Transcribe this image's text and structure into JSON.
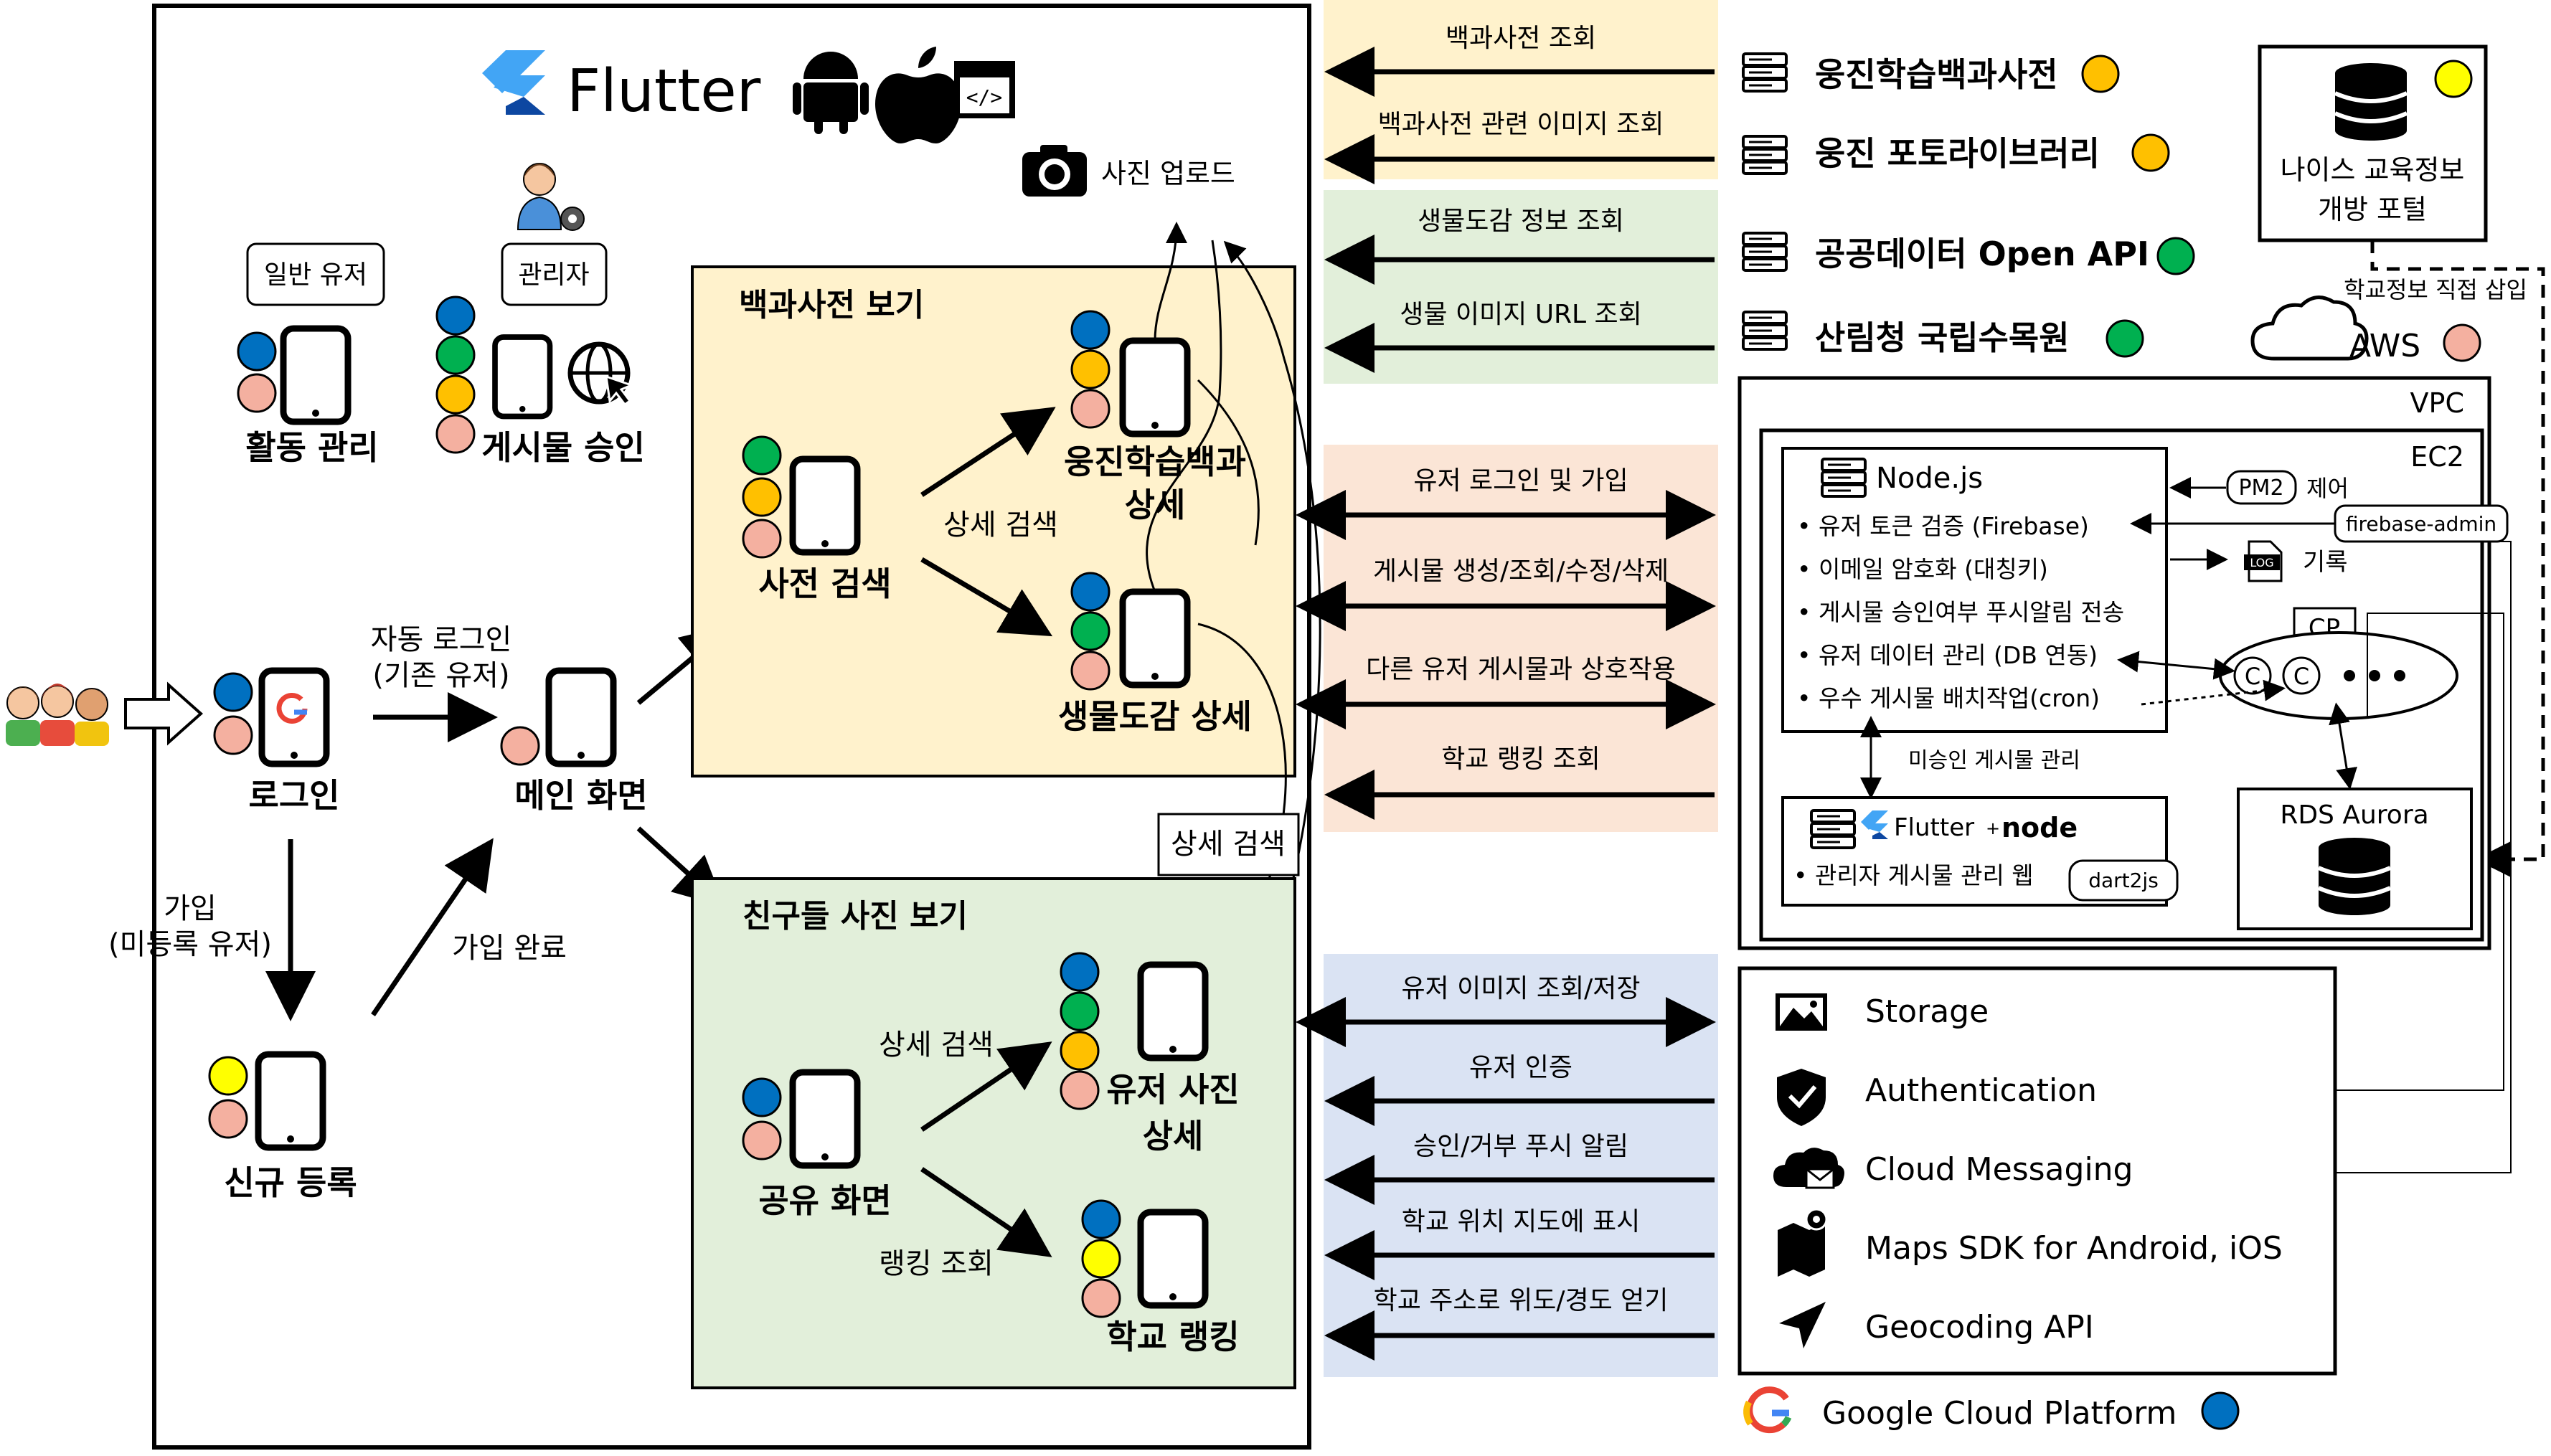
{
  "app": {
    "flutter_label": "Flutter",
    "photo_upload": "사진 업로드",
    "user_general": "일반 유저",
    "user_admin": "관리자",
    "activity_mgmt": "활동 관리",
    "post_approval": "게시물 승인",
    "login": "로그인",
    "auto_login": "자동 로그인",
    "auto_login_sub": "(기존 유저)",
    "signup": "가입",
    "signup_sub": "(미등록 유저)",
    "new_register": "신규 등록",
    "signup_done": "가입 완료",
    "main_screen": "메인 화면",
    "encyclopedia_box": {
      "title": "백과사전 보기",
      "dict_search": "사전 검색",
      "detail_search": "상세 검색",
      "woongjin_detail_1": "웅진학습백과",
      "woongjin_detail_2": "상세",
      "bio_detail": "생물도감 상세"
    },
    "detail_search_box": "상세 검색",
    "friends_box": {
      "title": "친구들 사진 보기",
      "share_screen": "공유 화면",
      "detail_search": "상세 검색",
      "user_photo_1": "유저 사진",
      "user_photo_2": "상세",
      "ranking_query": "랭킹 조회",
      "school_ranking": "학교 랭킹"
    }
  },
  "flows": {
    "group1": [
      "백과사전 조회",
      "백과사전 관련 이미지 조회"
    ],
    "group2": [
      "생물도감 정보 조회",
      "생물 이미지 URL 조회"
    ],
    "group3": [
      "유저 로그인 및 가입",
      "게시물 생성/조회/수정/삭제",
      "다른 유저 게시물과 상호작용",
      "학교 랭킹 조회"
    ],
    "group4": [
      "유저 이미지 조회/저장",
      "유저 인증",
      "승인/거부 푸시 알림",
      "학교 위치 지도에 표시",
      "학교 주소로 위도/경도 얻기"
    ]
  },
  "sources": [
    {
      "label": "웅진학습백과사전",
      "color": "#FFC000"
    },
    {
      "label": "웅진 포토라이브러리",
      "color": "#FFC000"
    },
    {
      "label": "공공데이터 Open API",
      "color": "#00B050"
    },
    {
      "label": "산림청 국립수목원",
      "color": "#00B050"
    }
  ],
  "neis": {
    "line1": "나이스 교육정보",
    "line2": "개방 포털"
  },
  "school_insert": "학교정보 직접 삽입",
  "aws": {
    "label": "AWS",
    "vpc": "VPC",
    "ec2": "EC2",
    "node": "Node.js",
    "node_items": [
      "• 유저 토큰 검증 (Firebase)",
      "• 이메일 암호화 (대칭키)",
      "• 게시물 승인여부 푸시알림 전송",
      "• 유저 데이터 관리 (DB 연동)",
      "• 우수 게시물 배치작업(cron)"
    ],
    "pm2": "PM2",
    "pm2_ctrl": "제어",
    "firebase_admin": "firebase-admin",
    "log_icon": "LOG",
    "log_label": "기록",
    "cp": "CP",
    "conn": "C",
    "unapproved": "미승인 게시물 관리",
    "flutter_small": "Flutter",
    "plus": "+",
    "node_logo": "node",
    "admin_web": "• 관리자 게시물 관리 웹",
    "dart2js": "dart2js",
    "rds": "RDS Aurora"
  },
  "gcp": {
    "items": [
      "Storage",
      "Authentication",
      "Cloud Messaging",
      "Maps SDK for Android, iOS",
      "Geocoding API"
    ],
    "label": "Google Cloud Platform"
  },
  "colors": {
    "blue": "#0070C0",
    "pink": "#F4B0A0",
    "yellow": "#FFFF00",
    "gold": "#FFC000",
    "green": "#00B050",
    "box_yellow_bg": "#FFF2CC",
    "box_green_bg": "#E2EFDA",
    "flow_yellow": "#FFF2CC",
    "flow_green": "#E2EFDA",
    "flow_peach": "#FBE5D6",
    "flow_blue": "#DAE3F3",
    "flutter_blue": "#42A5F5"
  }
}
